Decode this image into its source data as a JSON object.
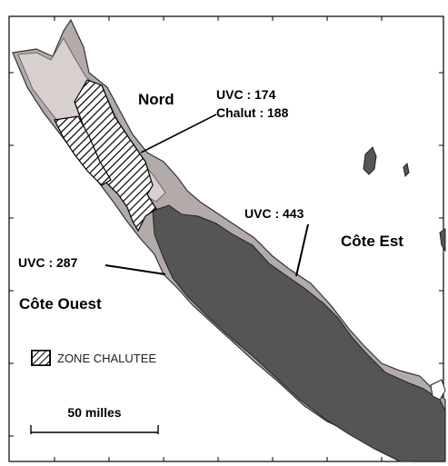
{
  "map": {
    "regions": {
      "north": "Nord",
      "east": "Côte Est",
      "west": "Côte Ouest"
    },
    "counts": {
      "north_uvc": "UVC : 174",
      "north_chalut": "Chalut : 188",
      "east_uvc": "UVC : 443",
      "west_uvc": "UVC : 287"
    },
    "legend": {
      "zone_label": "ZONE CHALUTEE"
    },
    "scale": {
      "label": "50 milles"
    },
    "colors": {
      "land": "#555555",
      "lagoon": "#b3aaaa",
      "lagoon_light": "#d8cfcf",
      "frame": "#000000"
    }
  }
}
